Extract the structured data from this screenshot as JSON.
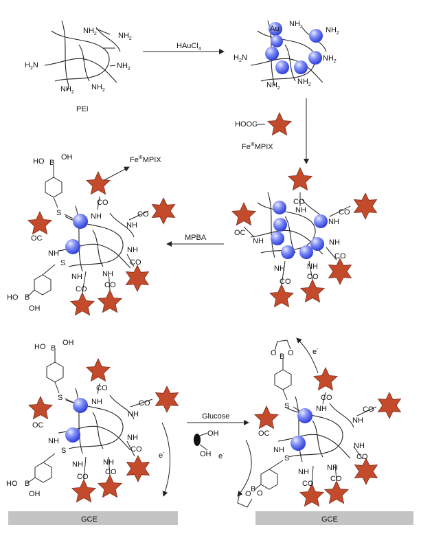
{
  "labels": {
    "pei": "PEI",
    "reagent_1": "HAuCl",
    "reagent_1_sub": "4",
    "au": "Au",
    "hooc": "HOOC",
    "fe_mpix_prefix": "Fe",
    "fe_mpix_sup": "III",
    "fe_mpix_suffix": "MPIX",
    "mpba": "MPBA",
    "glucose": "Glucose",
    "gce": "GCE",
    "electron": "e",
    "electron_sup": "-",
    "nh2": "NH",
    "nh2_sub": "2",
    "h2n": "H",
    "h2n_sub": "2",
    "h2n_n": "N",
    "nh": "NH",
    "co": "CO",
    "oc": "OC",
    "s": "S",
    "b": "B",
    "o": "O",
    "oh": "OH",
    "ho": "HO"
  },
  "colors": {
    "star": "#c44a2c",
    "sphere": "#5a6cf0",
    "gce_bar": "#c4c4c4"
  }
}
